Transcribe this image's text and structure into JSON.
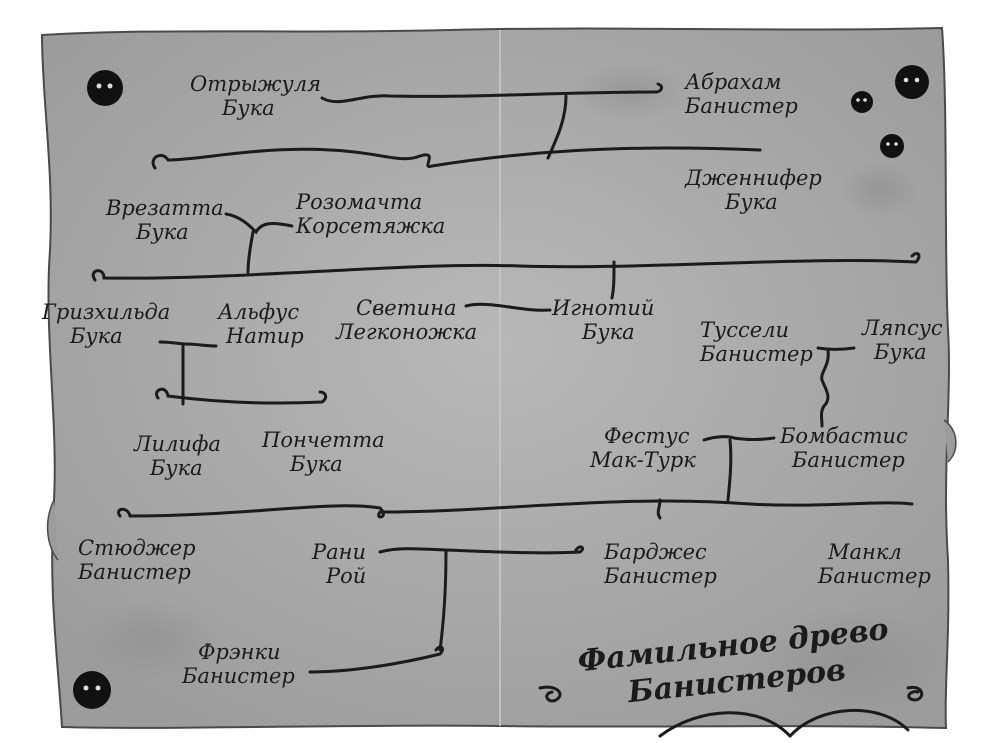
{
  "title": {
    "line1": "Фамильное древо",
    "line2": "Банистеров"
  },
  "people": [
    {
      "id": "otryzhulya",
      "first": "Отрыжуля",
      "last": "Бука"
    },
    {
      "id": "abraham",
      "first": "Абрахам",
      "last": "Банистер"
    },
    {
      "id": "jennifer",
      "first": "Дженнифер",
      "last": "Бука"
    },
    {
      "id": "vrezatta",
      "first": "Врезатта",
      "last": "Бука"
    },
    {
      "id": "rozomachta",
      "first": "Розомачта",
      "last": "Корсетяжка"
    },
    {
      "id": "grizhilda",
      "first": "Гризхильда",
      "last": "Бука"
    },
    {
      "id": "alfus",
      "first": "Альфус",
      "last": "Натир"
    },
    {
      "id": "svetina",
      "first": "Светина",
      "last": "Легконожка"
    },
    {
      "id": "ignotiy",
      "first": "Игнотий",
      "last": "Бука"
    },
    {
      "id": "tusseli",
      "first": "Туссели",
      "last": "Банистер"
    },
    {
      "id": "lyapsus",
      "first": "Ляпсус",
      "last": "Бука"
    },
    {
      "id": "lilifa",
      "first": "Лилифа",
      "last": "Бука"
    },
    {
      "id": "ponchetta",
      "first": "Пончетта",
      "last": "Бука"
    },
    {
      "id": "festus",
      "first": "Фестус",
      "last": "Мак-Турк"
    },
    {
      "id": "bombastis",
      "first": "Бомбастис",
      "last": "Банистер"
    },
    {
      "id": "studzher",
      "first": "Стюджер",
      "last": "Банистер"
    },
    {
      "id": "rani",
      "first": "Рани",
      "last": "Рой"
    },
    {
      "id": "bardzhes",
      "first": "Барджес",
      "last": "Банистер"
    },
    {
      "id": "mankl",
      "first": "Манкл",
      "last": "Банистер"
    },
    {
      "id": "frenki",
      "first": "Фрэнки",
      "last": "Банистер"
    }
  ],
  "colors": {
    "parchment": "#a5a5a5",
    "parchment_light": "#b8b8b8",
    "ink": "#1b1b1b",
    "background": "#ffffff"
  }
}
